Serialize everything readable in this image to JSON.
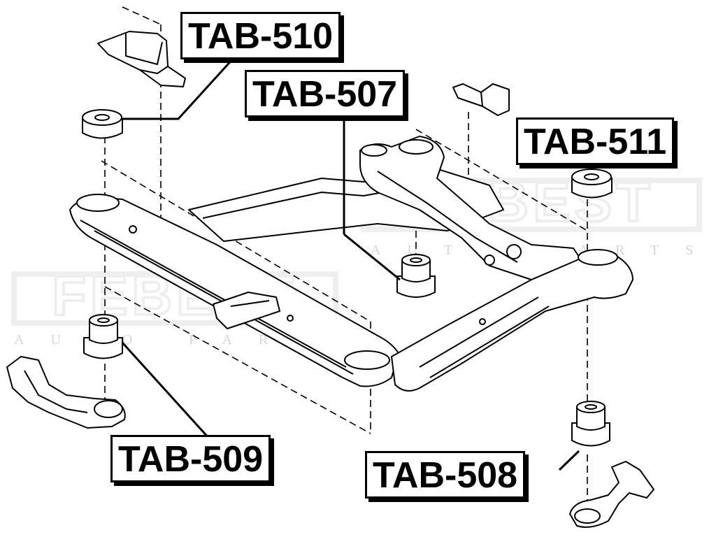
{
  "watermark": {
    "brand": "FEBEST",
    "tagline": "AUTO PARTS"
  },
  "callouts": {
    "tab_510": "TAB-510",
    "tab_507": "TAB-507",
    "tab_511": "TAB-511",
    "tab_509": "TAB-509",
    "tab_508": "TAB-508"
  }
}
